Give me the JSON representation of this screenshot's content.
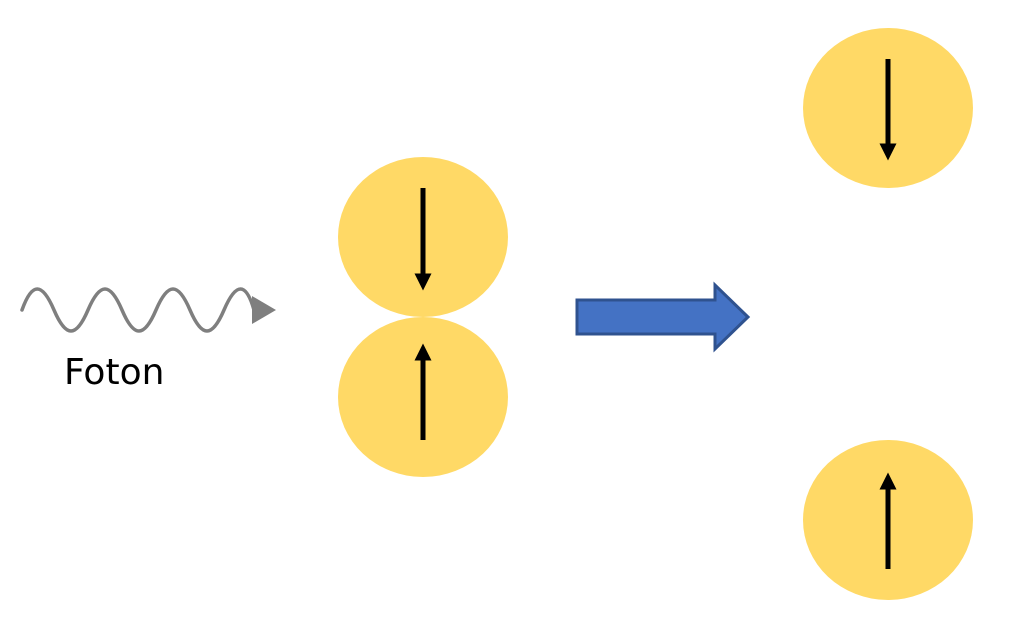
{
  "photon": {
    "label": "Foton",
    "color": "#7f7f7f"
  },
  "colors": {
    "particle_fill": "#ffd966",
    "spin_arrow": "#000000",
    "process_arrow_fill": "#4472c4",
    "process_arrow_stroke": "#2f528f"
  },
  "before": {
    "particles": [
      {
        "spin": "down"
      },
      {
        "spin": "up"
      }
    ]
  },
  "after": {
    "particles": [
      {
        "spin": "down"
      },
      {
        "spin": "up"
      }
    ]
  },
  "icons": {
    "photon": "wavy-arrow-icon",
    "process": "block-right-arrow-icon"
  }
}
